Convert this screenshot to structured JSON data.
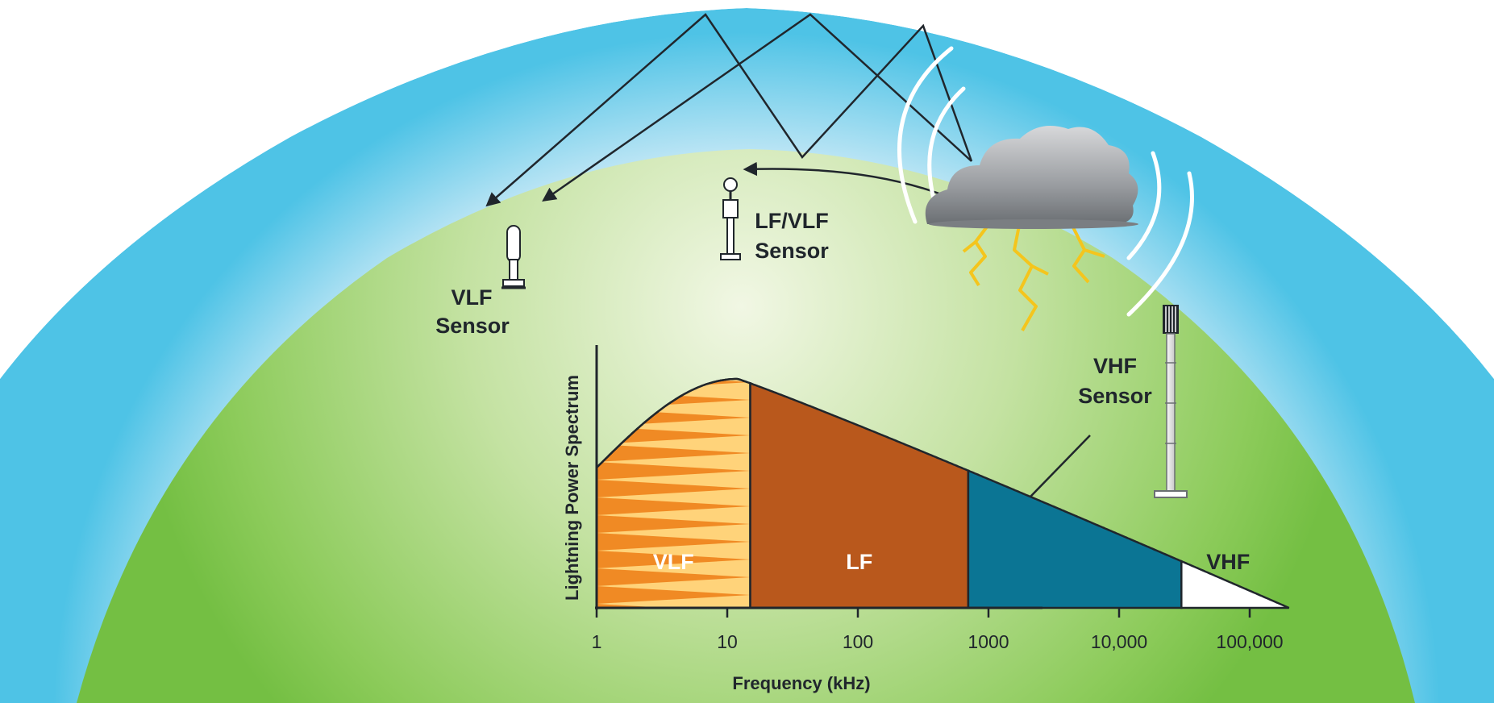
{
  "colors": {
    "sky": "#4ec3e6",
    "ground": "#7cc24a",
    "vlf_band": "#f08a24",
    "vlf_stripe": "#ffd37a",
    "lf_band": "#b9581c",
    "mid_band": "#0b7594",
    "vhf_band": "#ffffff",
    "lightning": "#f4c51d",
    "cloud": "#8e9296",
    "ink": "#20262c"
  },
  "icons": [
    "vlf-sensor-icon",
    "lf-vlf-sensor-icon",
    "vhf-sensor-tower-icon",
    "thunderstorm-cloud-icon",
    "lightning-bolt-icon",
    "radio-wave-icon",
    "arrow-icon"
  ],
  "sensors": {
    "vlf": {
      "line1": "VLF",
      "line2": "Sensor"
    },
    "lf_vlf": {
      "line1": "LF/VLF",
      "line2": "Sensor"
    },
    "vhf": {
      "line1": "VHF",
      "line2": "Sensor"
    }
  },
  "chart_data": {
    "type": "area",
    "ylabel": "Lightning Power Spectrum",
    "xlabel": "Frequency (kHz)",
    "x_scale": "log",
    "x_ticks": [
      "1",
      "10",
      "100",
      "1000",
      "10,000",
      "100,000"
    ],
    "bands": [
      {
        "label": "VLF",
        "from_khz": 1,
        "to_khz": 15
      },
      {
        "label": "LF",
        "from_khz": 15,
        "to_khz": 700
      },
      {
        "label": "",
        "from_khz": 700,
        "to_khz": 30000
      },
      {
        "label": "VHF",
        "from_khz": 30000,
        "to_khz": 200000
      }
    ],
    "curve_peak_khz": 12
  }
}
